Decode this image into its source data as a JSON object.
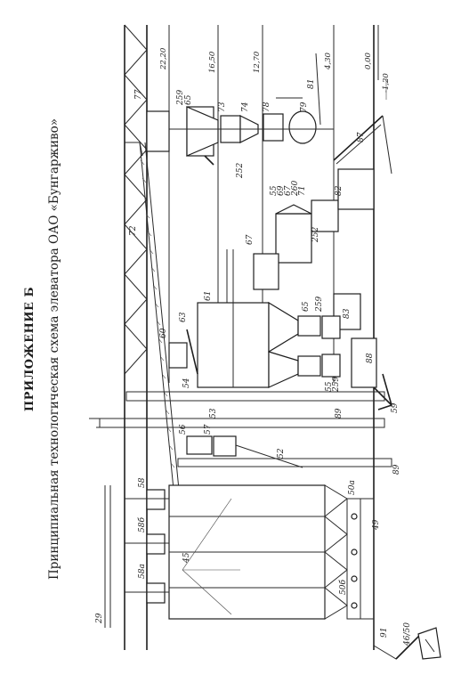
{
  "heading": "ПРИЛОЖЕНИЕ Б",
  "subtitle": "Принципиальная технологическая схема элеватора ОАО «Бунгарживо»",
  "levels": [
    "22,20",
    "16,50",
    "12,70",
    "4,30",
    "0,00",
    "-1,20"
  ],
  "labels": {
    "l77": "77",
    "l259a": "259",
    "l65a": "65",
    "l73": "73",
    "l74": "74",
    "l78": "78",
    "l79": "79",
    "l81": "81",
    "l252a": "252",
    "l72": "72",
    "l55a": "55",
    "l69a": "69",
    "l67a": "67",
    "l260": "260",
    "l71": "71",
    "l82": "82",
    "l67b": "67",
    "l252b": "252",
    "l87": "87",
    "l61": "61",
    "l60": "60",
    "l63": "63",
    "l65b": "65",
    "l259b": "259",
    "l55b": "55",
    "l259c": "259",
    "l83": "83",
    "l88": "88",
    "l54": "54",
    "l53": "53",
    "l59": "59",
    "l56": "56",
    "l57": "57",
    "l89a": "89",
    "l52": "52",
    "l89b": "89",
    "l58": "58",
    "l58b": "58б",
    "l50a": "50а",
    "l49": "49",
    "l45": "45",
    "l50b": "50б",
    "l29": "29",
    "l58a": "58а",
    "l91": "91",
    "l46": "46/50"
  }
}
